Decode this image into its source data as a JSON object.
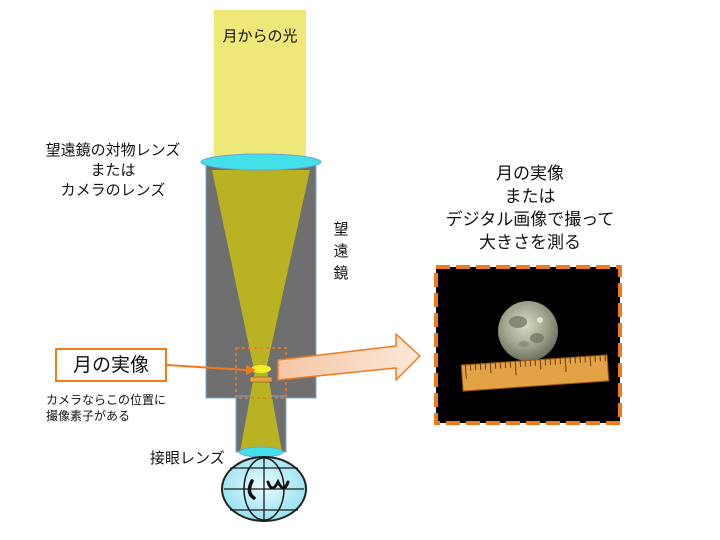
{
  "labels": {
    "moonlight": "月からの光",
    "objective_lines": [
      "望遠鏡の対物レンズ",
      "または",
      "カメラのレンズ"
    ],
    "telescope_vertical": "望\n遠\n鏡",
    "result_lines": [
      "月の実像",
      "または",
      "デジタル画像で撮って",
      "大きさを測る"
    ],
    "real_image_box": "月の実像",
    "sensor_note_lines": [
      "カメラならこの位置に",
      "撮像素子がある"
    ],
    "eyepiece": "接眼レンズ"
  },
  "colors": {
    "light_beam": "#eee87a",
    "light_cone": "#b9b323",
    "tube": "#6f6f6f",
    "lens": "#44e0ea",
    "arrow": "#f07a1e",
    "photo_border": "#f07a1e",
    "ruler": "#e3a244"
  },
  "icons": [
    "eye-icon",
    "moon-photo",
    "ruler-icon",
    "arrow-right-icon"
  ]
}
